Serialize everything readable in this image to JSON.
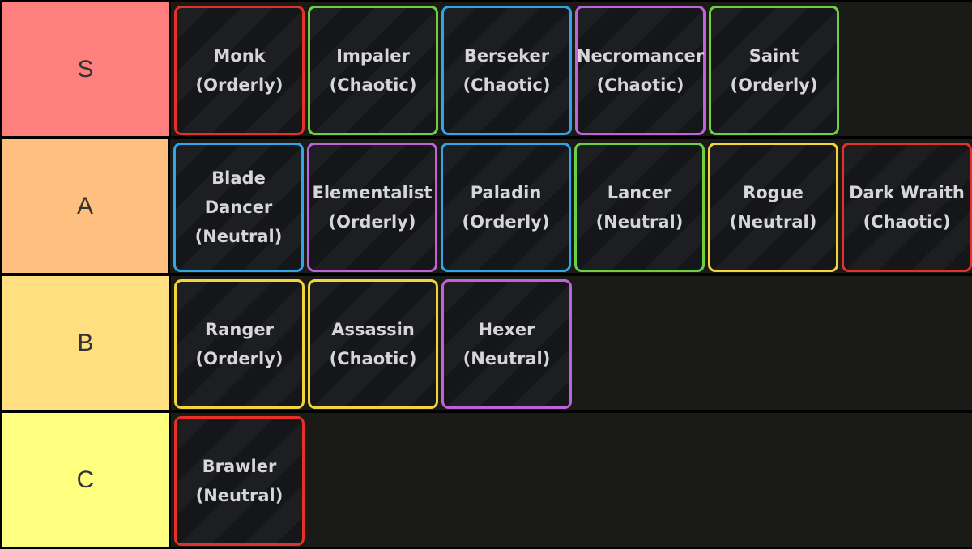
{
  "tiers": [
    {
      "label": "S",
      "color": "#ff7f7f",
      "items": [
        {
          "name": "Monk",
          "alignment": "(Orderly)",
          "border": "#e8302b"
        },
        {
          "name": "Impaler",
          "alignment": "(Chaotic)",
          "border": "#6fcf42"
        },
        {
          "name": "Berseker",
          "alignment": "(Chaotic)",
          "border": "#2fa6e8"
        },
        {
          "name": "Necromancer",
          "alignment": "(Chaotic)",
          "border": "#c062d8"
        },
        {
          "name": "Saint",
          "alignment": "(Orderly)",
          "border": "#6fcf42"
        }
      ]
    },
    {
      "label": "A",
      "color": "#ffbf7f",
      "items": [
        {
          "name": "Blade Dancer",
          "alignment": "(Neutral)",
          "border": "#2fa6e8"
        },
        {
          "name": "Elementalist",
          "alignment": "(Orderly)",
          "border": "#c062d8"
        },
        {
          "name": "Paladin",
          "alignment": "(Orderly)",
          "border": "#2fa6e8"
        },
        {
          "name": "Lancer",
          "alignment": "(Neutral)",
          "border": "#6fcf42"
        },
        {
          "name": "Rogue",
          "alignment": "(Neutral)",
          "border": "#f2d43c"
        },
        {
          "name": "Dark Wraith",
          "alignment": "(Chaotic)",
          "border": "#e8302b"
        }
      ]
    },
    {
      "label": "B",
      "color": "#ffdf7f",
      "items": [
        {
          "name": "Ranger",
          "alignment": "(Orderly)",
          "border": "#f2d43c"
        },
        {
          "name": "Assassin",
          "alignment": "(Chaotic)",
          "border": "#f2d43c"
        },
        {
          "name": "Hexer",
          "alignment": "(Neutral)",
          "border": "#c062d8"
        }
      ]
    },
    {
      "label": "C",
      "color": "#ffff7f",
      "items": [
        {
          "name": "Brawler",
          "alignment": "(Neutral)",
          "border": "#e8302b"
        }
      ]
    }
  ]
}
